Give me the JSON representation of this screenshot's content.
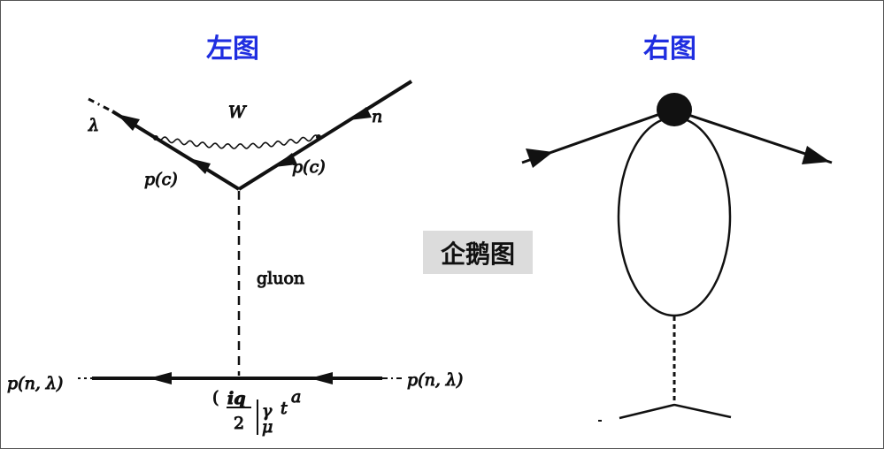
{
  "titles": {
    "left": "左图",
    "right": "右图"
  },
  "center_label": "企鹅图",
  "left_diagram": {
    "labels": {
      "lambda_top": "λ",
      "w_boson": "W",
      "n_top": "n",
      "p_c_left": "p(c)",
      "p_c_right": "p(c)",
      "gluon": "gluon",
      "bottom_left": "p(n, λ)",
      "bottom_right": "p(n, λ)",
      "vertex_paren": "(",
      "vertex_iq": "iq",
      "vertex_two": "2",
      "vertex_gamma": "γ",
      "vertex_mu": "μ",
      "vertex_t": "t",
      "vertex_a": "a"
    }
  },
  "colors": {
    "title": "#1f2ee0",
    "tag_background": "#dcdcdc",
    "ink": "#111111"
  }
}
